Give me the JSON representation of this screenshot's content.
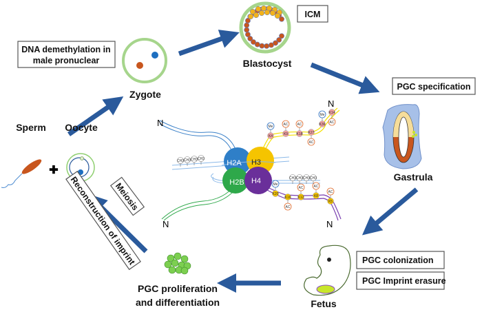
{
  "stages": {
    "zygote": "Zygote",
    "blastocyst": "Blastocyst",
    "gastrula": "Gastrula",
    "fetus": "Fetus",
    "pgc_line1": "PGC proliferation",
    "pgc_line2": "and differentiation",
    "sperm": "Sperm",
    "oocyte": "Oocyte",
    "plus": "✚"
  },
  "boxes": {
    "dna_line1": "DNA demethylation in",
    "dna_line2": "male pronuclear",
    "icm": "ICM",
    "pgc_spec": "PGC specification",
    "pgc_colon": "PGC colonization",
    "pgc_erasure": "PGC Imprint erasure",
    "meiosis": "Meiosis",
    "reconstruction": "Reconstruction of imprint"
  },
  "nucleosome": {
    "histones": [
      "H2A",
      "H3",
      "H2B",
      "H4"
    ],
    "tail_end": "N",
    "h3_sites": [
      [
        "K4",
        "Me"
      ],
      [
        "K9",
        "AC"
      ],
      [
        "K18",
        "AC"
      ],
      [
        "K27",
        "AC"
      ],
      [
        "K36",
        "Me"
      ],
      [
        "K14",
        "AC"
      ]
    ],
    "h4_sites": [
      [
        "K20",
        "Me"
      ],
      [
        "K16",
        "AC"
      ],
      [
        "K12",
        "AC"
      ],
      [
        "K8",
        "AC"
      ],
      [
        "K5",
        "AC"
      ]
    ],
    "methyl": "CH3"
  },
  "colors": {
    "arrow": "#2a5a9c",
    "h2a": "#2f7fc8",
    "h3": "#f5c400",
    "h2b": "#2ea84a",
    "h4": "#6a2f9a"
  }
}
